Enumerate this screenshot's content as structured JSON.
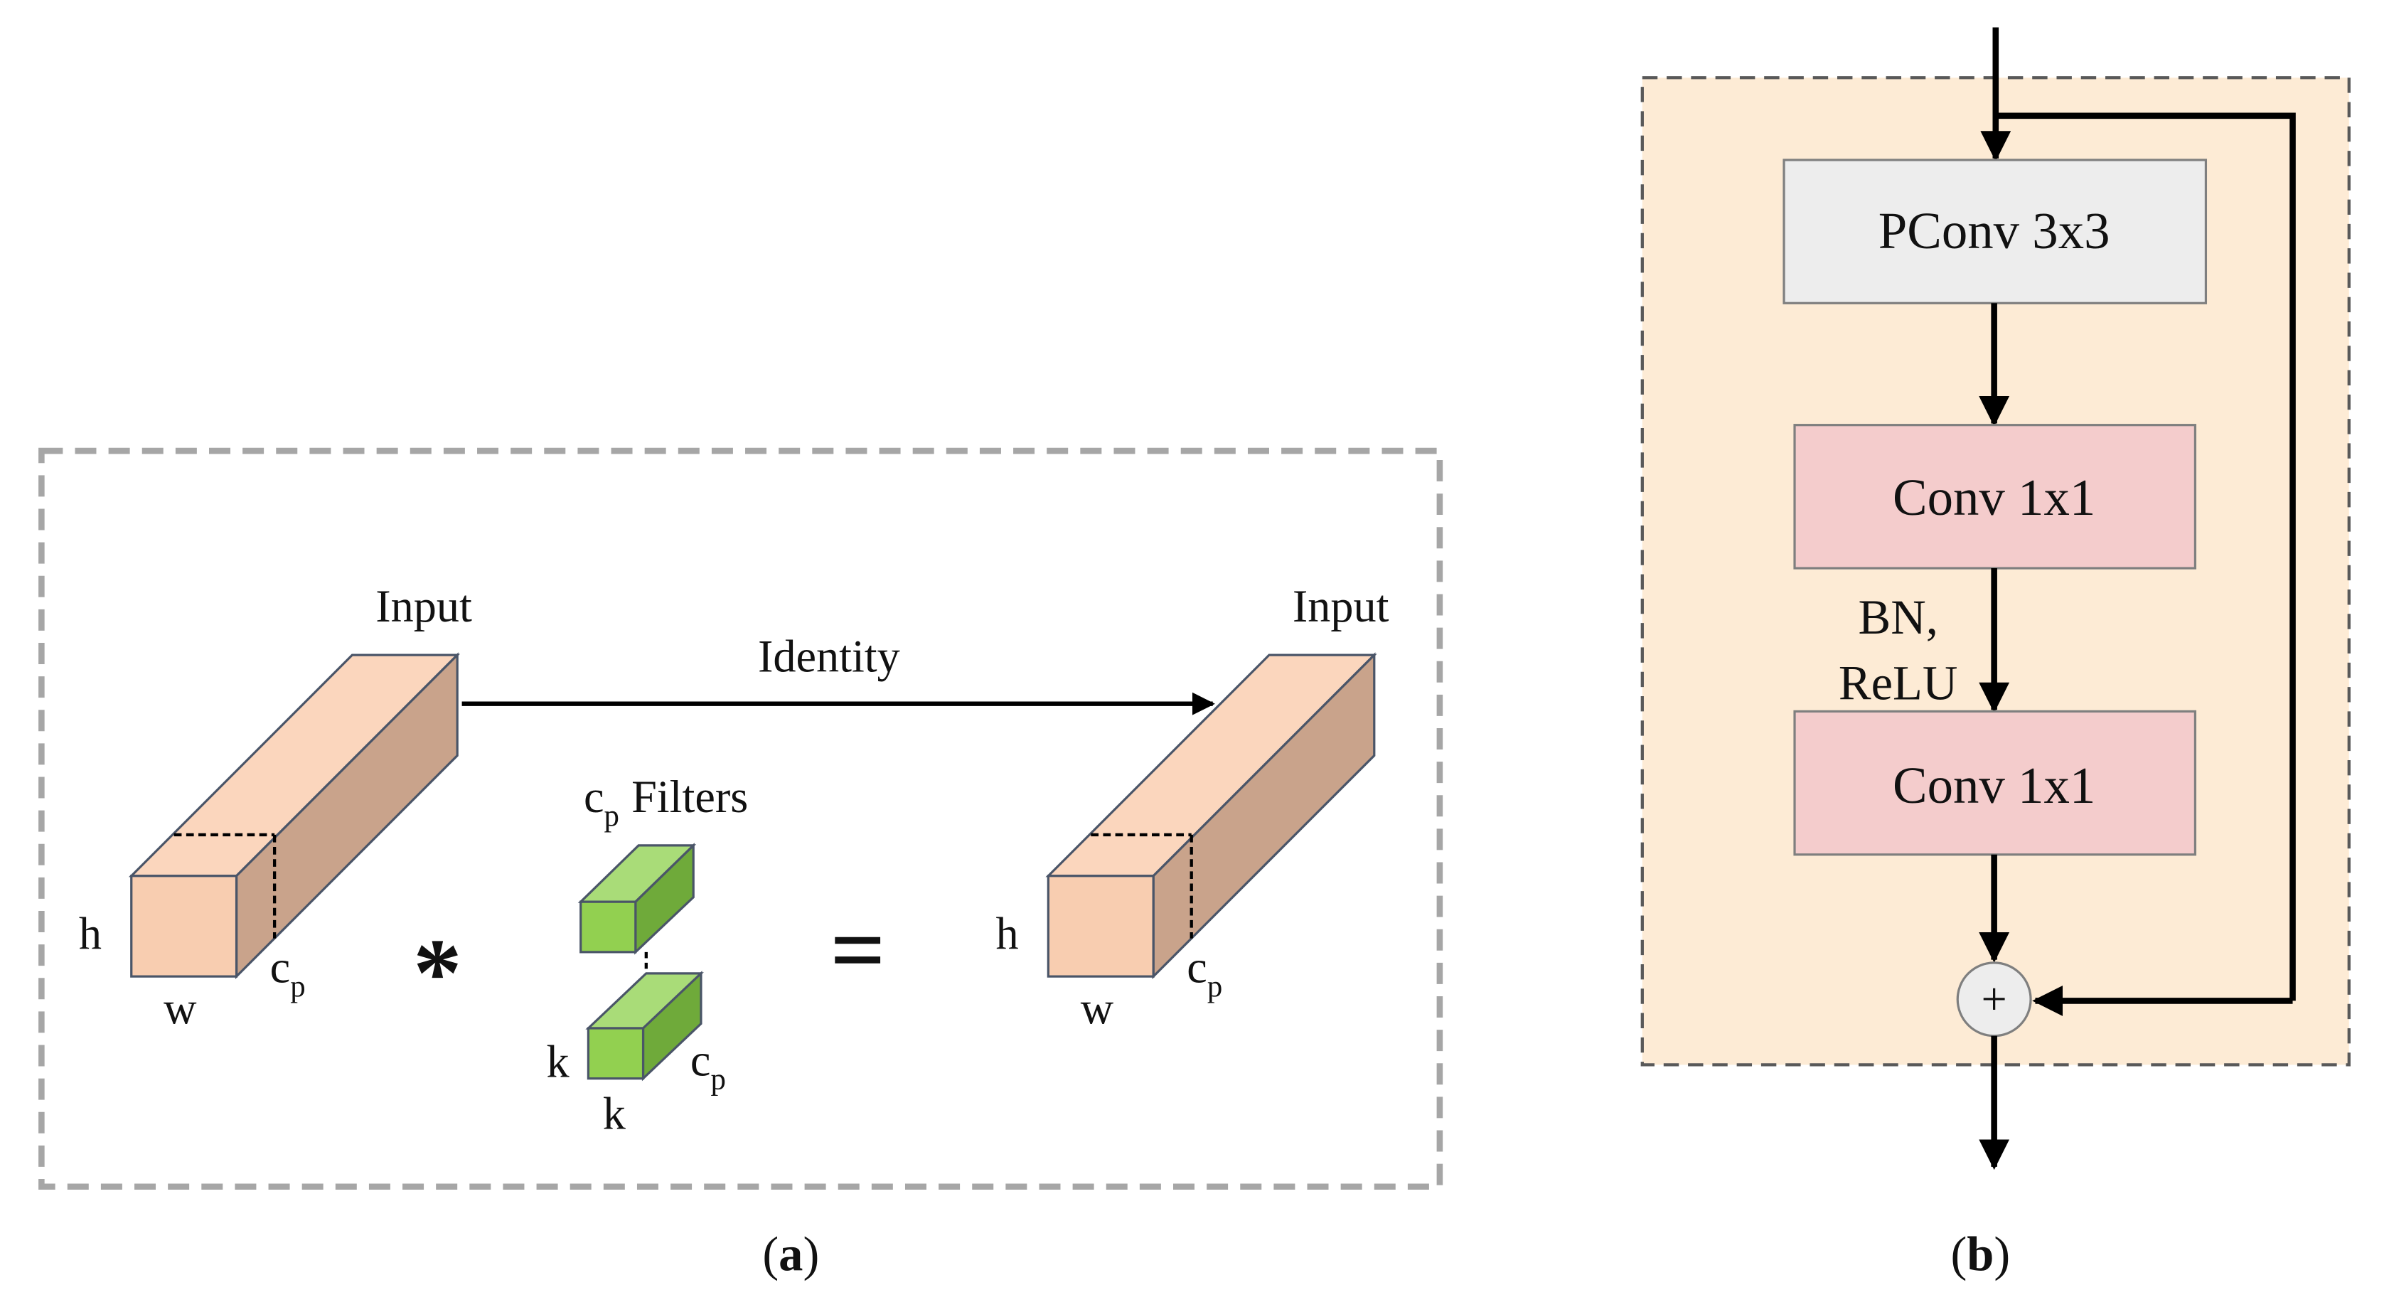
{
  "panel_a": {
    "input_left": {
      "label": "Input",
      "dim_h": "h",
      "dim_w": "w",
      "dim_c_base": "c",
      "dim_c_sub": "p"
    },
    "identity_label": "Identity",
    "filters": {
      "label_base": "c",
      "label_sub": "p",
      "label_rest": "Filters",
      "dim_k_side": "k",
      "dim_k_bottom": "k",
      "dim_c_base": "c",
      "dim_c_sub": "p"
    },
    "operator_conv": "*",
    "operator_equals": "=",
    "input_right": {
      "label": "Input",
      "dim_h": "h",
      "dim_w": "w",
      "dim_c_base": "c",
      "dim_c_sub": "p"
    },
    "caption_open": "(",
    "caption_letter": "a",
    "caption_close": ")"
  },
  "panel_b": {
    "pconv_label": "PConv 3x3",
    "conv1_label": "Conv 1x1",
    "bn_label": "BN,",
    "relu_label": "ReLU",
    "conv2_label": "Conv 1x1",
    "add_symbol": "+",
    "caption_open": "(",
    "caption_letter": "b",
    "caption_close": ")"
  },
  "colors": {
    "cuboid_front": "#f8cdb0",
    "cuboid_top": "#fbd6bd",
    "cuboid_side": "#c9a38b",
    "filter_front": "#92d050",
    "filter_top": "#a9dc78",
    "filter_side": "#6faa3a",
    "panel_b_bg": "#fdebd5",
    "pconv_fill": "#ededed",
    "conv_fill": "#f4cccc",
    "dash_gray": "#a6a6a6"
  }
}
